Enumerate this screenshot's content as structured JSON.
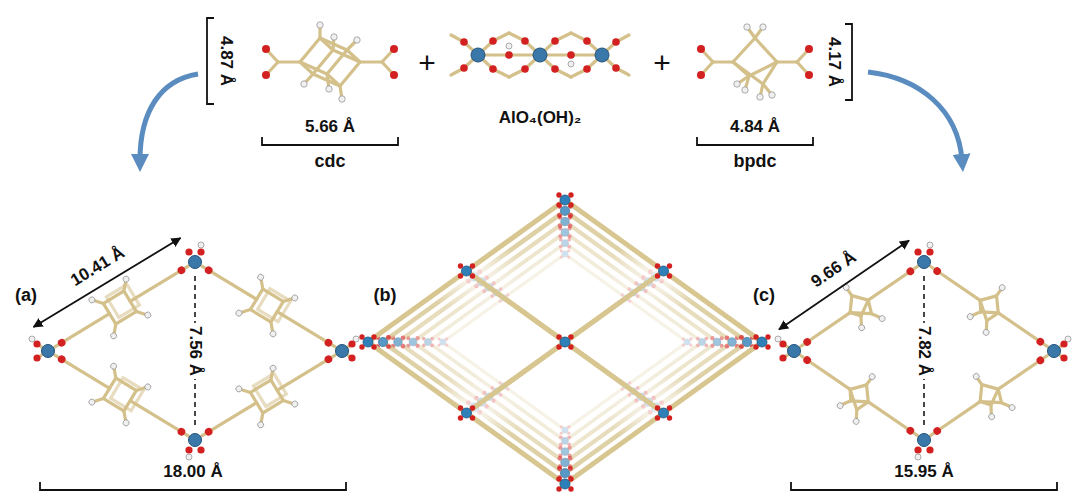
{
  "diagram": {
    "labels": [
      "4.87 Å",
      "5.66 Å",
      "cdc",
      "+",
      "AlO₄(OH)₂",
      "+",
      "4.84 Å",
      "bpdc",
      "4.17 Å",
      "(a)",
      "10.41 Å",
      "7.56 Å",
      "18.00 Å",
      "(b)",
      "(c)",
      "9.66 Å",
      "7.82 Å",
      "15.95 Å"
    ]
  }
}
